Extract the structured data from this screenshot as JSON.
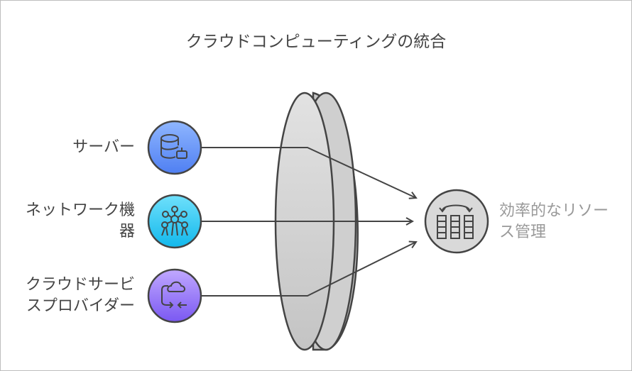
{
  "title": "クラウドコンピューティングの統合",
  "inputs": [
    {
      "label": "サーバー",
      "icon": "database-robot-icon"
    },
    {
      "label_line1": "ネットワーク機",
      "label_line2": "器",
      "icon": "network-atomium-icon"
    },
    {
      "label_line1": "クラウドサービ",
      "label_line2": "スプロバイダー",
      "icon": "cloud-sync-icon"
    }
  ],
  "output": {
    "label_line1": "効率的なリソー",
    "label_line2": "ス管理",
    "icon": "resource-table-swap-icon"
  },
  "colors": {
    "server": "#5b8ef5",
    "network": "#22c3ee",
    "cloud": "#8b6cf6",
    "lens": "#d6d6d6",
    "stroke": "#444444"
  }
}
